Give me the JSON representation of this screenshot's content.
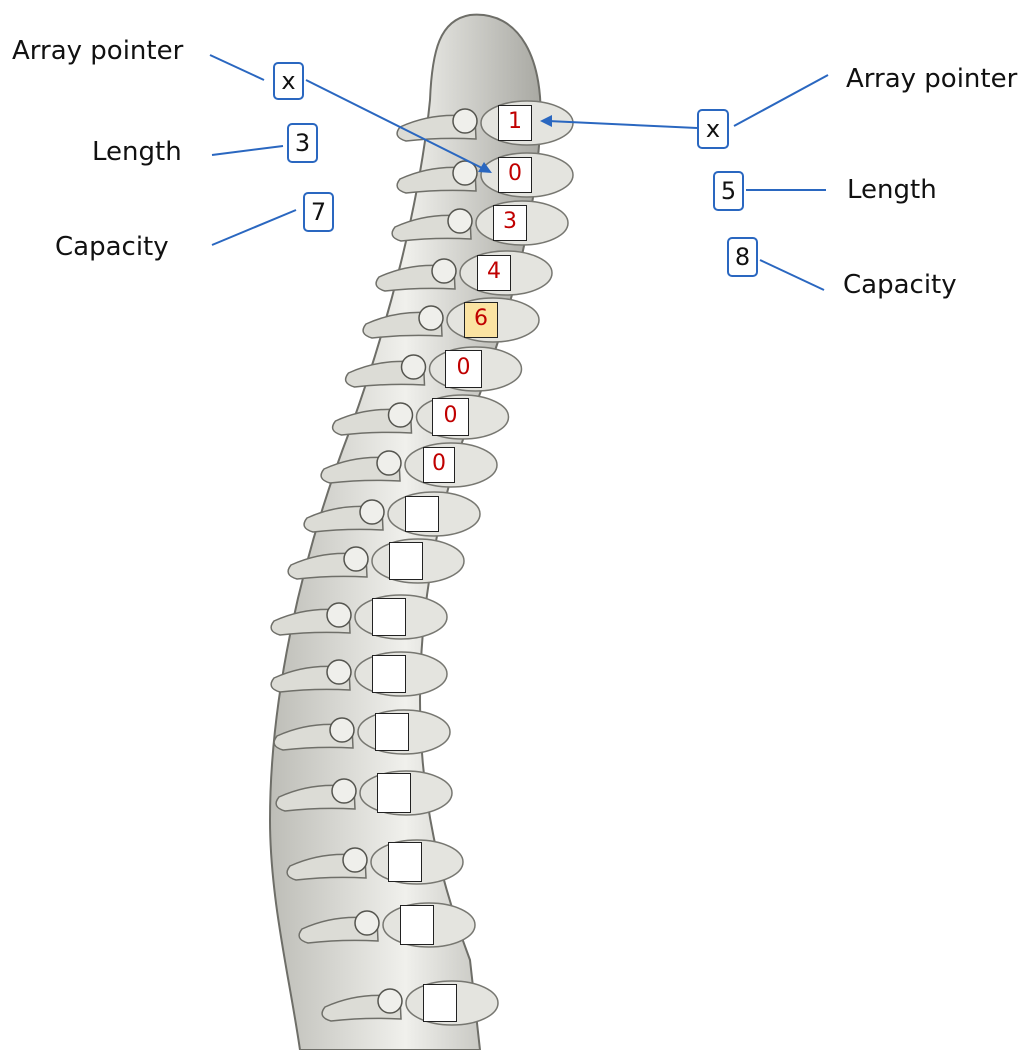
{
  "left_header": {
    "pointer_label": "Array pointer",
    "pointer_value": "x",
    "length_label": "Length",
    "length_value": "3",
    "capacity_label": "Capacity",
    "capacity_value": "7"
  },
  "right_header": {
    "pointer_label": "Array pointer",
    "pointer_value": "x",
    "length_label": "Length",
    "length_value": "5",
    "capacity_label": "Capacity",
    "capacity_value": "8"
  },
  "array_cells": [
    "1",
    "0",
    "3",
    "4",
    "6",
    "0",
    "0",
    "0",
    "",
    "",
    "",
    "",
    "",
    "",
    "",
    "",
    ""
  ],
  "highlighted_cell_index": 4,
  "colors": {
    "arrow": "#2a67c0",
    "cell_text": "#c00000",
    "highlight": "#fbe3a2",
    "bone": "#e9e9e5",
    "bone_shadow": "#8f8f89"
  }
}
